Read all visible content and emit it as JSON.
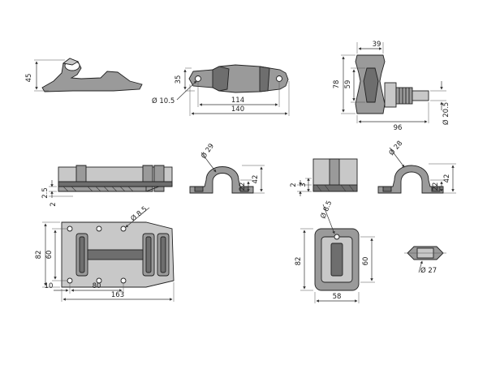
{
  "views": {
    "side_view_small": {
      "height": "45"
    },
    "top_view_small": {
      "height": "35",
      "hole_diameter": "Ø 10.5",
      "hole_spacing": "114",
      "length": "140"
    },
    "roller_view": {
      "top_width": "39",
      "outer_height": "78",
      "inner_height": "59",
      "shaft_diameter": "Ø 20.5",
      "length": "96"
    },
    "front_view_large": {
      "plate_thickness": "2.5",
      "base": "2"
    },
    "end_view_large": {
      "radius": "Ø 29",
      "height": "42",
      "inner_height": "22"
    },
    "plan_view_large": {
      "height": "82",
      "inner_height": "60",
      "hole_diameter": "Ø 8.5",
      "edge_offset": "10",
      "hole_spacing": "80",
      "length": "163"
    },
    "strap_side_view": {
      "thickness": "2",
      "offset": "3"
    },
    "strap_end_view": {
      "radius": "Ø 28",
      "height": "42",
      "inner_height": "22"
    },
    "strap_plan_view": {
      "hole_diameter": "Ø 8.5",
      "height": "82",
      "inner_height": "60",
      "width": "58"
    },
    "pin_view": {
      "diameter": "Ø 27"
    }
  }
}
